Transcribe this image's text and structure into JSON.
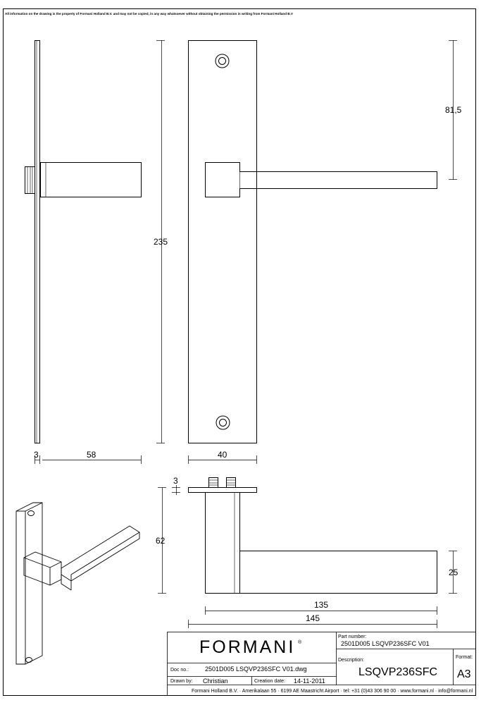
{
  "notice": "All information on the drawing is the property of Formani Holland B.V. and may not be copied, in any way whatsoever without obtaining the permission in writing from Formani Holland B.V",
  "dimensions": {
    "height_total": "235",
    "rose_spacing": "81,5",
    "plate_thickness": "3",
    "handle_projection": "58",
    "plate_width": "40",
    "rose_thickness": "3",
    "handle_depth": "62",
    "lever_width": "25",
    "lever_length": "135",
    "overall_length": "145"
  },
  "title_block": {
    "logo": "FORMANI",
    "logo_mark": "®",
    "part_number_label": "Part number:",
    "part_number": "2501D005 LSQVP236SFC V01",
    "description_label": "Description:",
    "description": "LSQVP236SFC",
    "format_label": "Format:",
    "format": "A3",
    "doc_no_label": "Doc no.:",
    "doc_no": "2501D005 LSQVP236SFC V01.dwg",
    "drawn_by_label": "Drawn by:",
    "drawn_by": "Christian",
    "creation_date_label": "Creation date:",
    "creation_date": "14-11-2011",
    "footer": "Formani Holland B.V.  ·  Amerikalaan 55  ·  6199 AE Maastricht Airport  ·  tel: +31 (0)43 306 90 00  ·  www.formani.nl  ·  info@formani.nl"
  }
}
